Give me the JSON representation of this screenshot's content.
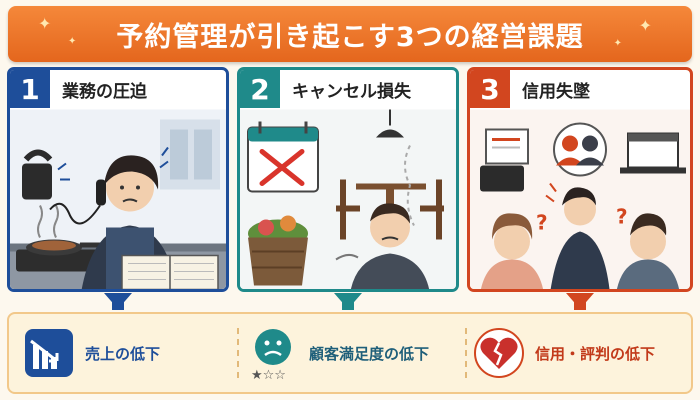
{
  "header": {
    "title": "予約管理が引き起こす3つの経営課題",
    "accent_color": "#e96b24"
  },
  "panels": [
    {
      "number": "1",
      "title": "業務の圧迫",
      "color": "#1e4e9a"
    },
    {
      "number": "2",
      "title": "キャンセル損失",
      "color": "#1f8a8a"
    },
    {
      "number": "3",
      "title": "信用失墜",
      "color": "#d2461f"
    }
  ],
  "outcomes": [
    {
      "label": "売上の低下",
      "icon": "declining-chart-icon"
    },
    {
      "label": "顧客満足度の低下",
      "icon": "sad-face-one-star-icon"
    },
    {
      "label": "信用・評判の低下",
      "icon": "broken-heart-icon"
    }
  ]
}
